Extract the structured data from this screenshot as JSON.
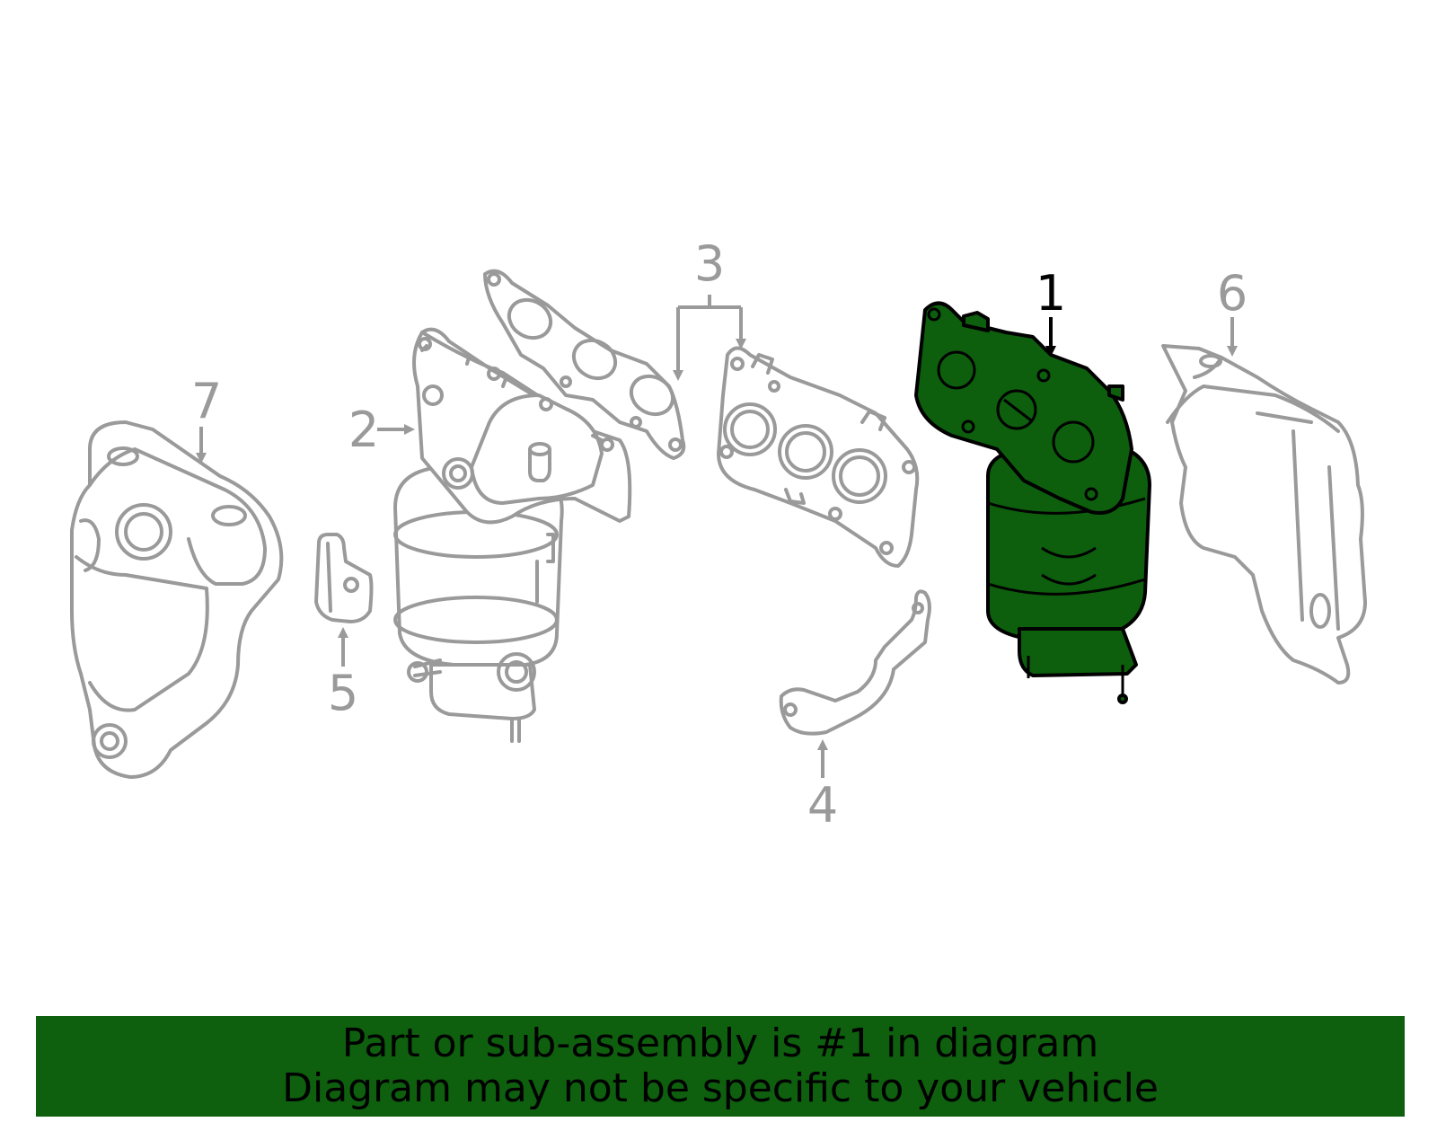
{
  "callouts": {
    "c1": "1",
    "c2": "2",
    "c3": "3",
    "c4": "4",
    "c5": "5",
    "c6": "6",
    "c7": "7"
  },
  "banner": {
    "line1": "Part or sub-assembly is #1 in diagram",
    "line2": "Diagram may not be specific to your vehicle"
  },
  "colors": {
    "highlight": "#0d5e0d",
    "banner": "#0e5f0e",
    "part_stroke": "#9a9a9a"
  }
}
